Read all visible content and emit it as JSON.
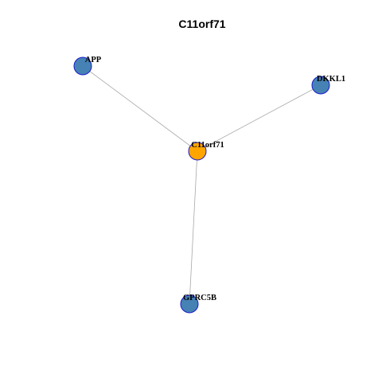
{
  "graph": {
    "title": "C11orf71",
    "colors": {
      "center_node": "#FFA500",
      "neighbor_node": "#4682B4",
      "node_border": "#1a1acc",
      "edge": "#a8a8a8"
    },
    "nodes": [
      {
        "id": "C11orf71",
        "label": "C11orf71",
        "role": "center"
      },
      {
        "id": "APP",
        "label": "APP",
        "role": "neighbor"
      },
      {
        "id": "DKKL1",
        "label": "DKKL1",
        "role": "neighbor"
      },
      {
        "id": "GPRC5B",
        "label": "GPRC5B",
        "role": "neighbor"
      }
    ],
    "edges": [
      {
        "source": "C11orf71",
        "target": "APP"
      },
      {
        "source": "C11orf71",
        "target": "DKKL1"
      },
      {
        "source": "C11orf71",
        "target": "GPRC5B"
      }
    ]
  }
}
